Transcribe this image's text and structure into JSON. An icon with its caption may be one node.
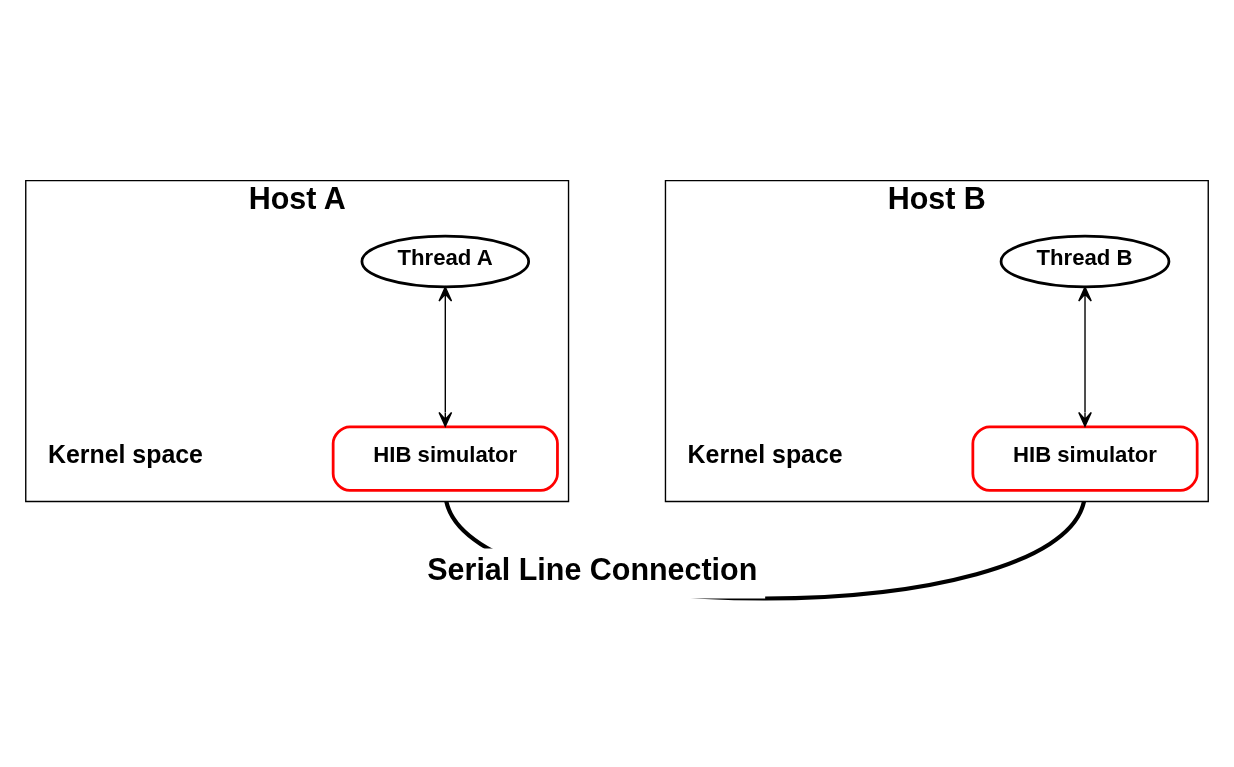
{
  "diagram": {
    "nodes": [
      {
        "text": [
          "Host A"
        ]
      },
      {
        "text": [
          "Thread A"
        ],
        "in": 0
      },
      {
        "text": [
          "HIB simulator"
        ],
        "in": 0
      },
      {
        "text": [
          "Host B"
        ]
      },
      {
        "text": [
          "Thread B"
        ],
        "in": 3
      },
      {
        "text": [
          "HIB simulator"
        ],
        "in": 3
      }
    ],
    "edges": [
      {
        "from": 1,
        "to": 2,
        "arrow": "both"
      },
      {
        "from": 4,
        "to": 5,
        "arrow": "both"
      },
      {
        "from": 0,
        "to": 3,
        "arrow": "none",
        "label": "Serial Line Connection",
        "style": "thick"
      }
    ],
    "labels": [
      "Kernel space",
      "Kernel space"
    ]
  }
}
